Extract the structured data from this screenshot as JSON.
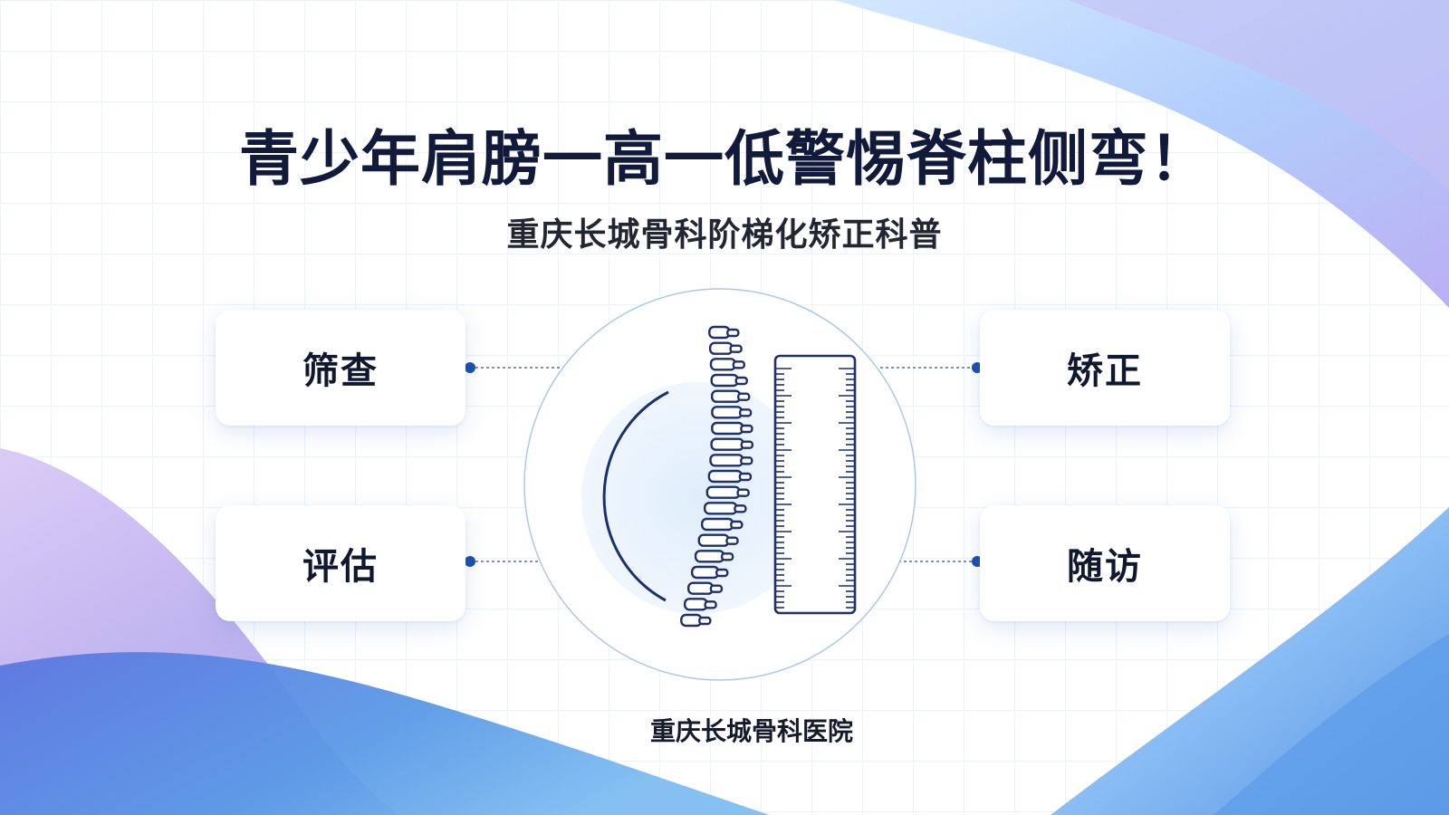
{
  "title": "青少年肩膀一高一低警惕脊柱侧弯！",
  "subtitle": "重庆长城骨科阶梯化矫正科普",
  "steps": {
    "screening": "筛查",
    "evaluation": "评估",
    "correction": "矫正",
    "followup": "随访"
  },
  "footer": "重庆长城骨科医院",
  "colors": {
    "title": "#111a3a",
    "accent": "#1b4fa8",
    "line_art": "#1c2f6e",
    "wave_blue": "#5b8de6",
    "wave_purple": "#b6a2ee"
  },
  "icons": {
    "spine": "spine-icon",
    "ruler": "ruler-icon",
    "curvature_arc": "curvature-arc-icon"
  }
}
